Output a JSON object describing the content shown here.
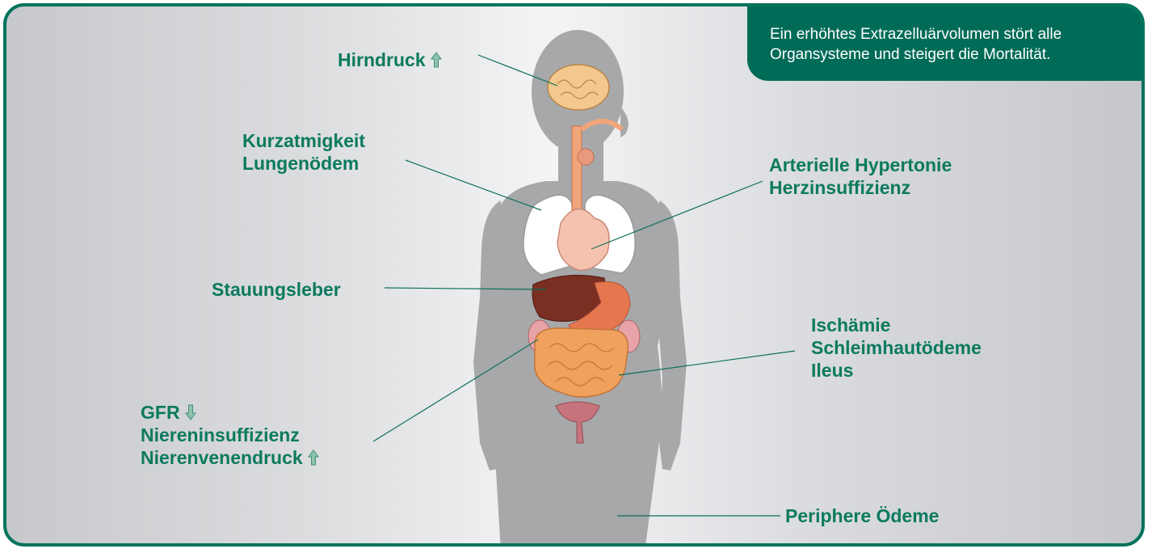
{
  "callout": {
    "line1": "Ein erhöhtes Extrazelluärvolumen stört alle",
    "line2": "Organsysteme und steigert die Mortalität."
  },
  "labels": {
    "hirndruck": "Hirndruck",
    "kurzatmigkeit": "Kurzatmigkeit",
    "lungenoedem": "Lungenödem",
    "stauungsleber": "Stauungsleber",
    "gfr": "GFR",
    "niereninsuffizienz": "Niereninsuffizienz",
    "nierenvenendruck": "Nierenvenendruck",
    "arterielle_hypertonie": "Arterielle Hypertonie",
    "herzinsuffizienz": "Herzinsuffizienz",
    "ischaemie": "Ischämie",
    "schleimhautoedeme": "Schleimhautödeme",
    "ileus": "Ileus",
    "periphere_oedeme": "Periphere Ödeme"
  },
  "indicators": {
    "hirndruck": "arrow-up-icon",
    "gfr": "arrow-down-icon",
    "nierenvenendruck": "arrow-up-icon"
  },
  "colors": {
    "brand_green": "#006b57",
    "label_green": "#0c7a5e",
    "arrow_fill": "#8fc2ad",
    "body_silhouette": "#a7a8aa",
    "liver": "#7a2f22",
    "intestine": "#f0a15e",
    "heart": "#f6c2b0"
  }
}
